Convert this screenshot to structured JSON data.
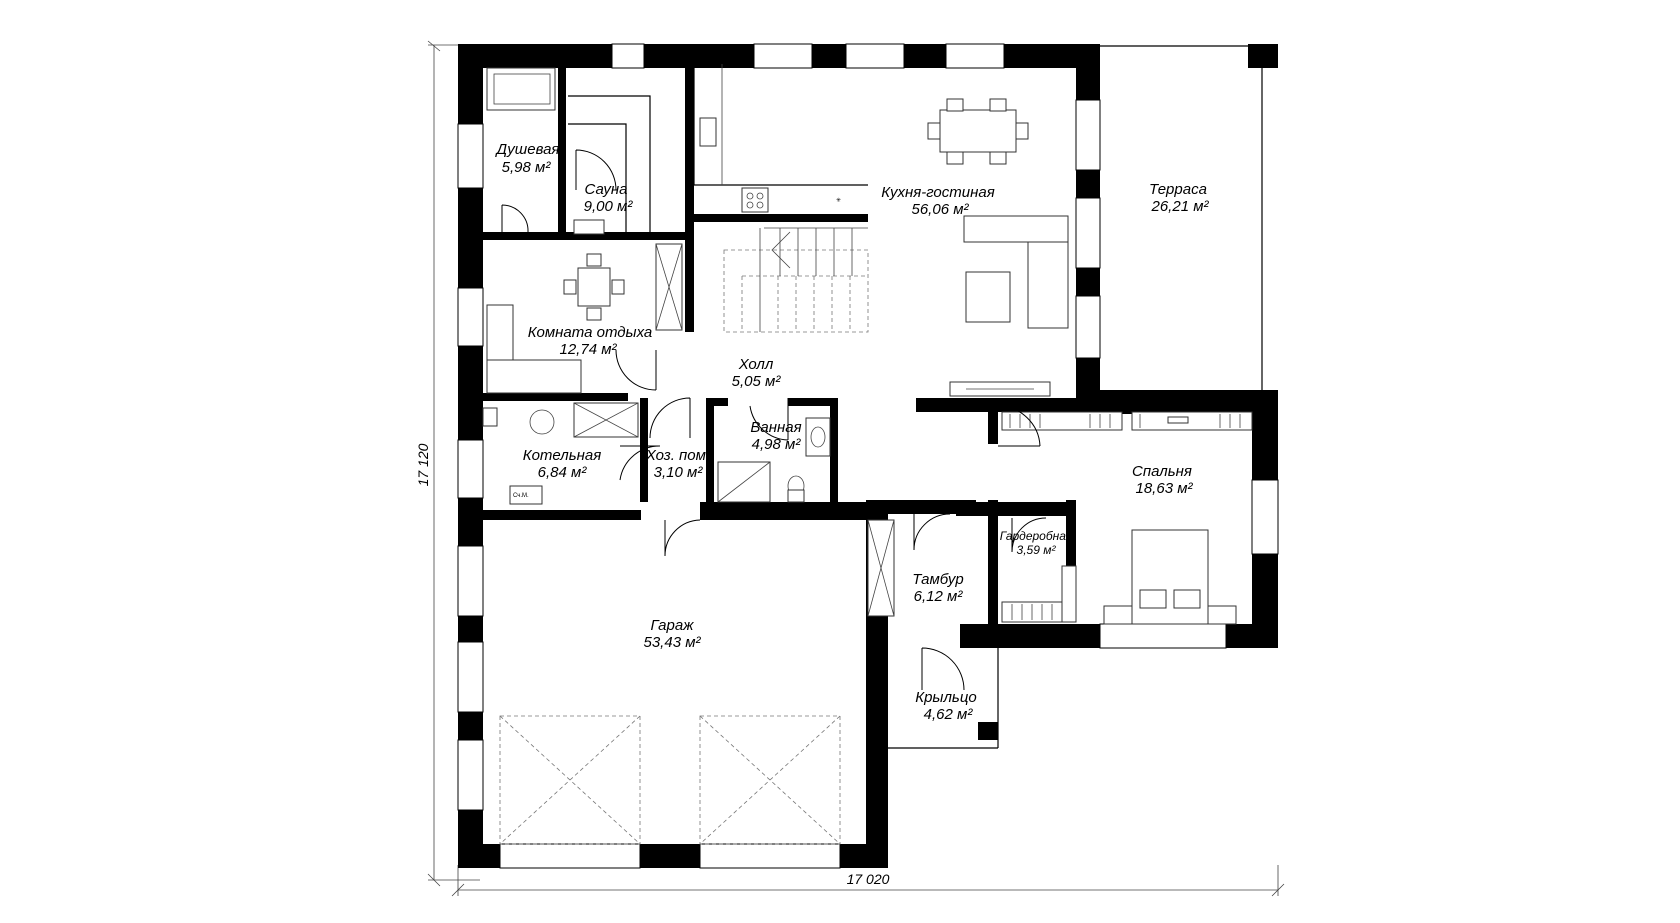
{
  "rooms": [
    {
      "id": "dushevaya",
      "name": "Душевая",
      "area": "5,98 м²"
    },
    {
      "id": "sauna",
      "name": "Сауна",
      "area": "9,00 м²"
    },
    {
      "id": "kitchen",
      "name": "Кухня-гостиная",
      "area": "56,06 м²"
    },
    {
      "id": "terrace",
      "name": "Терраса",
      "area": "26,21 м²"
    },
    {
      "id": "rest",
      "name": "Комната отдыха",
      "area": "12,74 м²"
    },
    {
      "id": "hall",
      "name": "Холл",
      "area": "5,05 м²"
    },
    {
      "id": "bath",
      "name": "Ванная",
      "area": "4,98 м²"
    },
    {
      "id": "boiler",
      "name": "Котельная",
      "area": "6,84 м²"
    },
    {
      "id": "storage",
      "name": "Хоз. пом.",
      "area": "3,10 м²"
    },
    {
      "id": "bedroom",
      "name": "Спальня",
      "area": "18,63 м²"
    },
    {
      "id": "wardrobe",
      "name": "Гардеробная",
      "area": "3,59 м²"
    },
    {
      "id": "vestibule",
      "name": "Тамбур",
      "area": "6,12 м²"
    },
    {
      "id": "garage",
      "name": "Гараж",
      "area": "53,43 м²"
    },
    {
      "id": "porch",
      "name": "Крыльцо",
      "area": "4,62 м²"
    }
  ],
  "dimensions": {
    "height": "17 120",
    "width": "17 020"
  },
  "equipment_label": "Сч.М."
}
